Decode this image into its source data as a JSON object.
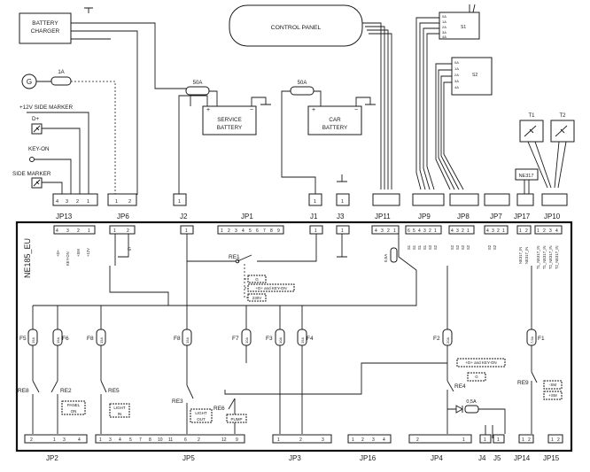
{
  "components": {
    "battery_charger": "BATTERY\nCHARGER",
    "control_panel": "CONTROL PANEL",
    "service_battery": "SERVICE\nBATTERY",
    "car_battery": "CAR\nBATTERY",
    "fuse_1a": "1A",
    "fuse_50a_service": "50A",
    "fuse_50a_car": "50A",
    "generator": "G",
    "side_marker_12v": "+12V SIDE MARKER",
    "d_plus": "D+",
    "key_on": "KEY-ON",
    "side_marker": "SIDE MARKER",
    "switch_s1": "S1",
    "switch_s2": "S2",
    "t1": "T1",
    "t2": "T2",
    "ne317": "NE317",
    "s1_pins": [
      "0A",
      "1A",
      "2A",
      "3A",
      "4A"
    ],
    "s2_pins": [
      "0A",
      "1A",
      "2A",
      "3A",
      "4A"
    ]
  },
  "board": {
    "name": "NE185_EU",
    "top_connectors": [
      "JP13",
      "JP6",
      "J2",
      "JP1",
      "J1",
      "J3",
      "JP11",
      "JP9",
      "JP8",
      "JP7",
      "JP17",
      "JP10"
    ],
    "bottom_connectors": [
      "JP2",
      "JP5",
      "JP3",
      "JP16",
      "JP4",
      "J4",
      "J5",
      "JP14",
      "JP15"
    ],
    "top_pins": {
      "jp13": [
        "4",
        "3",
        "2",
        "1"
      ],
      "jp6": [
        "1",
        "2"
      ],
      "j2": [
        "1"
      ],
      "jp1": [
        "1",
        "2",
        "3",
        "4",
        "5",
        "6",
        "7",
        "8",
        "9"
      ],
      "j1": [
        "1"
      ],
      "j3": [
        "1"
      ],
      "jp11": [
        "4",
        "3",
        "2",
        "1"
      ],
      "jp9": [
        "6",
        "5",
        "4",
        "3",
        "2",
        "1"
      ],
      "jp8": [
        "4",
        "3",
        "2",
        "1"
      ],
      "jp7": [
        "4",
        "3",
        "2",
        "1"
      ],
      "jp17": [
        "1",
        "2"
      ],
      "jp10": [
        "1",
        "2",
        "3",
        "4"
      ]
    },
    "bottom_pins": {
      "jp2": [
        "2",
        "1",
        "3",
        "4"
      ],
      "jp5": [
        "1",
        "3",
        "4",
        "5",
        "7",
        "8",
        "10",
        "11",
        "6",
        "2",
        "12",
        "9"
      ],
      "jp3": [
        "1",
        "2",
        "3"
      ],
      "jp16": [
        "1",
        "2",
        "3",
        "4"
      ],
      "jp4": [
        "2",
        "1"
      ],
      "j4": [
        "1"
      ],
      "j5": [
        "1"
      ],
      "jp14": [
        "1",
        "2"
      ],
      "jp15": [
        "1",
        "2"
      ]
    },
    "pin_labels_jp13": [
      "+D+",
      "KEY-ON",
      "+SM",
      "+12V"
    ],
    "pin_labels_jp9": [
      "S1",
      "S1",
      "S1",
      "S1",
      "S2",
      "S2"
    ],
    "pin_labels_jp8": [
      "S2",
      "S2",
      "S2",
      "S2"
    ],
    "pin_labels_jp7": [
      "S2",
      "S2",
      "S2",
      "S2"
    ],
    "pin_labels_jp17": [
      "NE317_IN",
      "NE317_IN"
    ],
    "pin_labels_jp10": [
      "T1_NE317_IN",
      "T1_NE317_IN",
      "T2_NE317_IN",
      "T2_NE317_IN"
    ],
    "g_label": "G",
    "re1": "RE1",
    "re1_notes": [
      "G",
      "+D+ and KEY-ON",
      "230V"
    ],
    "fuses_left": [
      "F5",
      "F6",
      "F8",
      "F8",
      "F7",
      "F3",
      "F4"
    ],
    "fuse_values_left": [
      "15A",
      "15A",
      "15A",
      "15A",
      "10A",
      "10A",
      "15A"
    ],
    "fuses_right": [
      "F2",
      "F1"
    ],
    "fuse_values_right": [
      "20A",
      "7,5A"
    ],
    "relays": {
      "re8": "RE8",
      "re2": "RE2",
      "re5": "RE5",
      "re3": "RE3",
      "re6": "RE6",
      "re4": "RE4",
      "re9": "RE9"
    },
    "relay_notes": {
      "panel_on": "PANEL\nON",
      "light_in": "LIGHT\nIN",
      "light_out": "LIGHT\nOUT",
      "pump": "PUMP",
      "re4_a": "+D+ and KEY-ON",
      "re4_b": "G",
      "re9_a": "-SM",
      "re9_b": "+SM"
    },
    "diode_fuse": "0,5A",
    "fuse_jp11": "0,5A"
  }
}
